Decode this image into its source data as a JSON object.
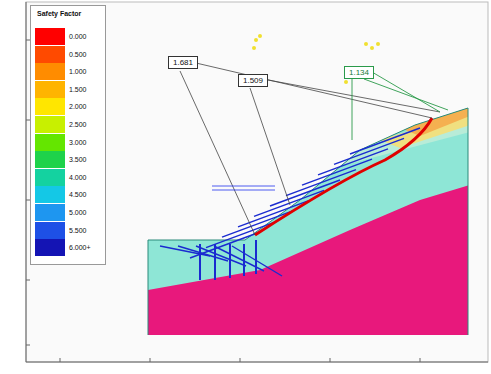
{
  "diagram": {
    "nodes": [
      {
        "text": [
          "1.681"
        ]
      },
      {
        "text": [
          "1.509"
        ]
      },
      {
        "text": [
          "1.134"
        ]
      }
    ],
    "labels": [
      "Safety Factor"
    ],
    "legend": [
      {
        "text": "0.000",
        "color": "#ff0000"
      },
      {
        "text": "0.500",
        "color": "#ff4a00"
      },
      {
        "text": "1.000",
        "color": "#ff8c00"
      },
      {
        "text": "1.500",
        "color": "#ffb400"
      },
      {
        "text": "2.000",
        "color": "#ffe600"
      },
      {
        "text": "2.500",
        "color": "#c8f000"
      },
      {
        "text": "3.000",
        "color": "#64e600"
      },
      {
        "text": "3.500",
        "color": "#1ed24a"
      },
      {
        "text": "4.000",
        "color": "#14d2a0"
      },
      {
        "text": "4.500",
        "color": "#14c8e6"
      },
      {
        "text": "5.000",
        "color": "#1e96f0"
      },
      {
        "text": "5.500",
        "color": "#1e50e6"
      },
      {
        "text": "6.000+",
        "color": "#1414b4"
      }
    ]
  }
}
